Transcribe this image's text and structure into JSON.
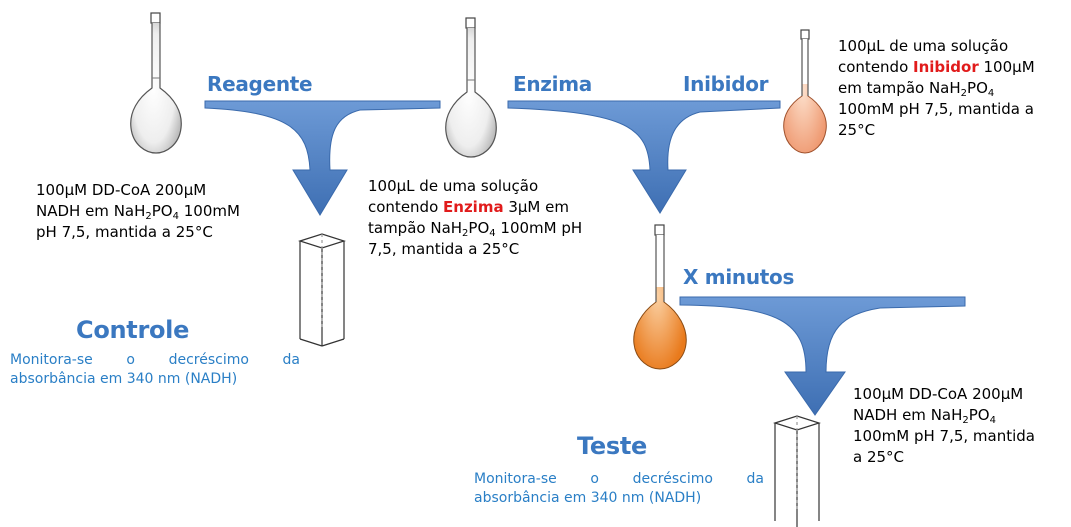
{
  "labels": {
    "reagente": "Reagente",
    "enzima": "Enzima",
    "inibidor": "Inibidor",
    "x_minutos": "X minutos",
    "controle": "Controle",
    "teste": "Teste"
  },
  "controle_desc": "Monitora-se o decréscimo da absorbância em 340 nm (NADH)",
  "teste_desc": "Monitora-se o decréscimo da absorbância em 340 nm (NADH)",
  "reagente_desc": {
    "l1": "100μM DD-CoA 200μM",
    "l2a": "NADH em NaH",
    "l2s1": "2",
    "l2b": "PO",
    "l2s2": "4",
    "l2c": " 100mM",
    "l3": "pH 7,5, mantida a 25°C"
  },
  "enzima_desc": {
    "l1": "100μL de uma solução",
    "l2a": "contendo ",
    "l2red": "Enzima",
    "l2b": " 3μM em",
    "l3a": "tampão NaH",
    "l3s1": "2",
    "l3b": "PO",
    "l3s2": "4",
    "l3c": " 100mM pH",
    "l4": "7,5, mantida a 25°C"
  },
  "inibidor_desc": {
    "l1": "100μL de uma solução",
    "l2a": "contendo ",
    "l2red": "Inibidor",
    "l2b": " 100μM",
    "l3a": "em tampão NaH",
    "l3s1": "2",
    "l3b": "PO",
    "l3s2": "4",
    "l4": "100mM pH 7,5, mantida a",
    "l5": "25°C"
  },
  "teste_reagente_desc": {
    "l1": "100μM DD-CoA 200μM",
    "l2a": "NADH em NaH",
    "l2s1": "2",
    "l2b": "PO",
    "l2s2": "4",
    "l3": "100mM pH 7,5, mantida",
    "l4": "a 25°C"
  },
  "colors": {
    "arrow": "#4a7fc1",
    "label_blue": "#3b78c0",
    "text_blue": "#2a7fc6",
    "red": "#e11b1b",
    "orange_light": "#f6b48e",
    "orange_dark": "#f0913f"
  }
}
